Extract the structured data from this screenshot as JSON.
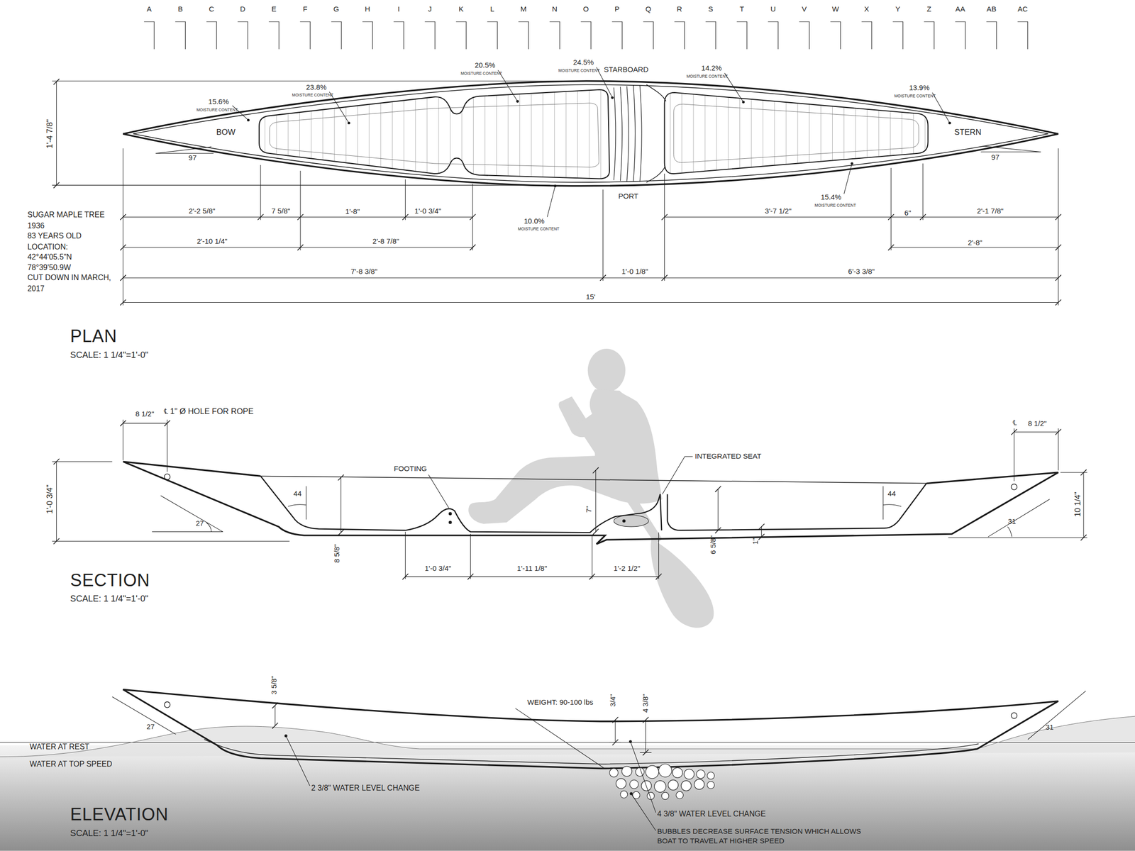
{
  "diagram": {
    "labels": [
      "A",
      "B",
      "C",
      "D",
      "E",
      "F",
      "G",
      "H",
      "I",
      "J",
      "K",
      "L",
      "M",
      "N",
      "O",
      "P",
      "Q",
      "R",
      "S",
      "T",
      "U",
      "V",
      "W",
      "X",
      "Y",
      "Z",
      "AA",
      "AB",
      "AC",
      "15.6%",
      "MOISTURE CONTENT",
      "23.8%",
      "MOISTURE CONTENT",
      "20.5%",
      "MOISTURE CONTENT",
      "24.5%",
      "MOISTURE CONTENT",
      "STARBOARD",
      "14.2%",
      "MOISTURE CONTENT",
      "13.9%",
      "MOISTURE CONTENT",
      "BOW",
      "STERN",
      "97",
      "97",
      "1'-4 7/8\"",
      "PORT",
      "10.0%",
      "MOISTURE CONTENT",
      "15.4%",
      "MOISTURE CONTENT",
      "SUGAR MAPLE TREE",
      "1936",
      "83 YEARS OLD",
      "LOCATION:",
      "42°44'05.5\"N",
      "78°39'50.9W",
      "CUT DOWN IN MARCH,",
      "2017",
      "2'-2 5/8\"",
      "7 5/8\"",
      "1'-8\"",
      "1'-0 3/4\"",
      "3'-7 1/2\"",
      "6\"",
      "2'-1 7/8\"",
      "2'-10 1/4\"",
      "2'-8 7/8\"",
      "2'-8\"",
      "7'-8 3/8\"",
      "1'-0 1/8\"",
      "6'-3 3/8\"",
      "15'",
      "PLAN",
      "SCALE: 1 1/4\"=1'-0\"",
      "8 1/2\"",
      "℄ 1\" Ø HOLE FOR ROPE",
      "℄",
      "8 1/2\"",
      "1'-0 3/4\"",
      "10 1/4\"",
      "44",
      "44",
      "27",
      "31",
      "FOOTING",
      "INTEGRATED SEAT",
      "7\"",
      "8 5/8\"",
      "6 5/8\"",
      "1\"",
      "1'-0 3/4\"",
      "1'-11 1/8\"",
      "1'-2 1/2\"",
      "SECTION",
      "SCALE: 1 1/4\"=1'-0\"",
      "3 5/8\"",
      "WEIGHT: 90-100 lbs",
      "3/4\"",
      "4 3/8\"",
      "27",
      "31",
      "WATER AT REST",
      "WATER AT TOP SPEED",
      "2 3/8\" WATER LEVEL CHANGE",
      "4 3/8\" WATER LEVEL CHANGE",
      "BUBBLES DECREASE SURFACE TENSION WHICH ALLOWS BOAT TO TRAVEL AT HIGHER SPEED",
      "ELEVATION",
      "SCALE: 1 1/4\"=1'-0\""
    ]
  }
}
